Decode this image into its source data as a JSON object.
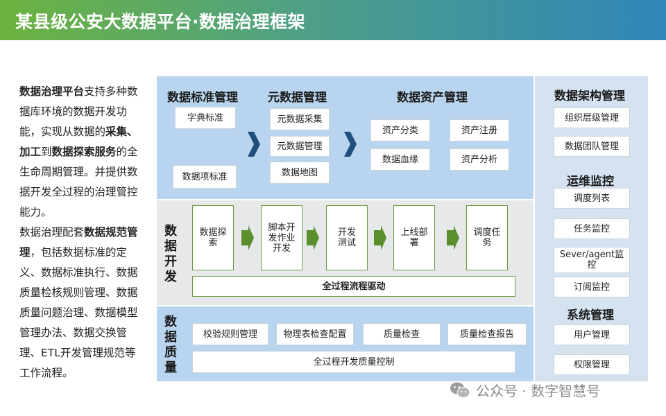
{
  "header": {
    "title": "某县级公安大数据平台·数据治理框架"
  },
  "intro": {
    "p1": [
      {
        "t": "数据治理平台",
        "b": true
      },
      {
        "t": "支持多种数据库环境的数据开发功能，实现从数据的",
        "b": false
      },
      {
        "t": "采集、加工",
        "b": true
      },
      {
        "t": "到",
        "b": false
      },
      {
        "t": "数据探索服务",
        "b": true
      },
      {
        "t": "的全生命周期管理。并提供数据开发全过程的治理管控能力。",
        "b": false
      }
    ],
    "p2": [
      {
        "t": "数据治理配套",
        "b": false
      },
      {
        "t": "数据规范管理",
        "b": true
      },
      {
        "t": "，包括数据标准的定义、数据标准执行、数据质量检核规则管理、数据质量问题治理、数据模型管理办法、数据交换管理、ETL开发管理规范等工作流程。",
        "b": false
      }
    ]
  },
  "standards": {
    "title": "数据标准管理",
    "dict": "字典标准",
    "item": "数据项标准"
  },
  "metadata": {
    "title": "元数据管理",
    "collect": "元数据采集",
    "manage": "元数据管理",
    "map": "数据地图"
  },
  "assets": {
    "title": "数据资产管理",
    "classify": "资产分类",
    "register": "资产注册",
    "lineage": "数据血缘",
    "analysis": "资产分析"
  },
  "dev": {
    "title": "数据开发",
    "explore": "数据探索",
    "script": "脚本开发作业开发",
    "test": "开发测试",
    "deploy": "上线部署",
    "schedule": "调度任务",
    "drive": "全过程流程驱动"
  },
  "quality": {
    "title": "数据质量",
    "rules": "校验规则管理",
    "physical": "物理表检查配置",
    "check": "质量检查",
    "report": "质量检查报告",
    "control": "全过程开发质量控制"
  },
  "arch": {
    "title": "数据架构管理",
    "org": "组织层级管理",
    "team": "数据团队管理"
  },
  "ops": {
    "title": "运维监控",
    "schedule_list": "调度列表",
    "task_monitor": "任务监控",
    "agent_monitor": "Sever/agent监控",
    "sub_monitor": "订阅监控"
  },
  "sys": {
    "title": "系统管理",
    "user": "用户管理",
    "perm": "权限管理"
  },
  "watermark": {
    "text": "公众号 · 数字智慧号"
  },
  "colors": {
    "header_start": "#6cb33f",
    "header_end": "#2f86b8",
    "panel_blue": "#b8d4ee",
    "panel_gray": "#e6e8ea",
    "arrow_blue": "#1f4f7a",
    "arrow_green": "#5b8f2d"
  }
}
